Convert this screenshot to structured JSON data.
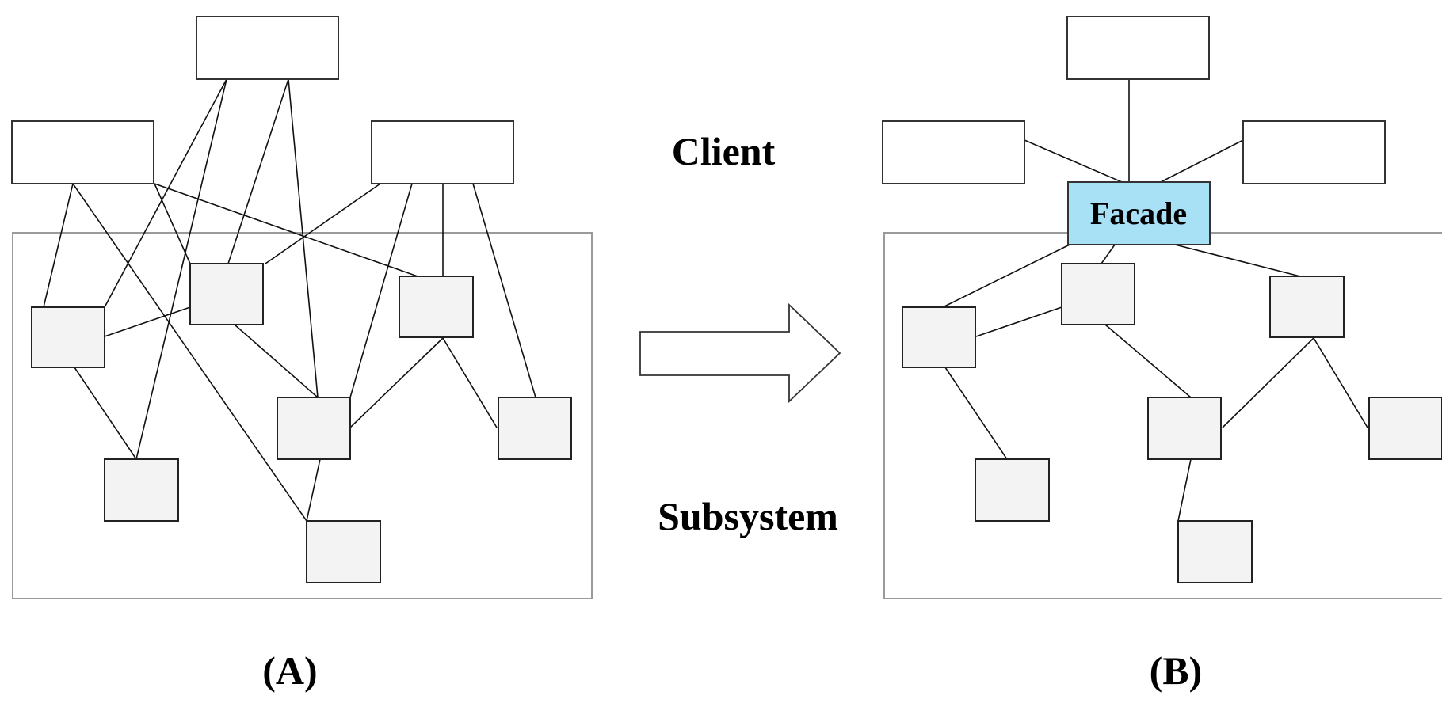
{
  "labels": {
    "client": "Client",
    "subsystem": "Subsystem",
    "panel_a": "(A)",
    "panel_b": "(B)",
    "facade": "Facade"
  },
  "colors": {
    "facade_fill": "#a8e0f5",
    "subsystem_box_fill": "#f3f3f3",
    "client_box_fill": "#ffffff",
    "frame_stroke": "#9a9a9a"
  }
}
